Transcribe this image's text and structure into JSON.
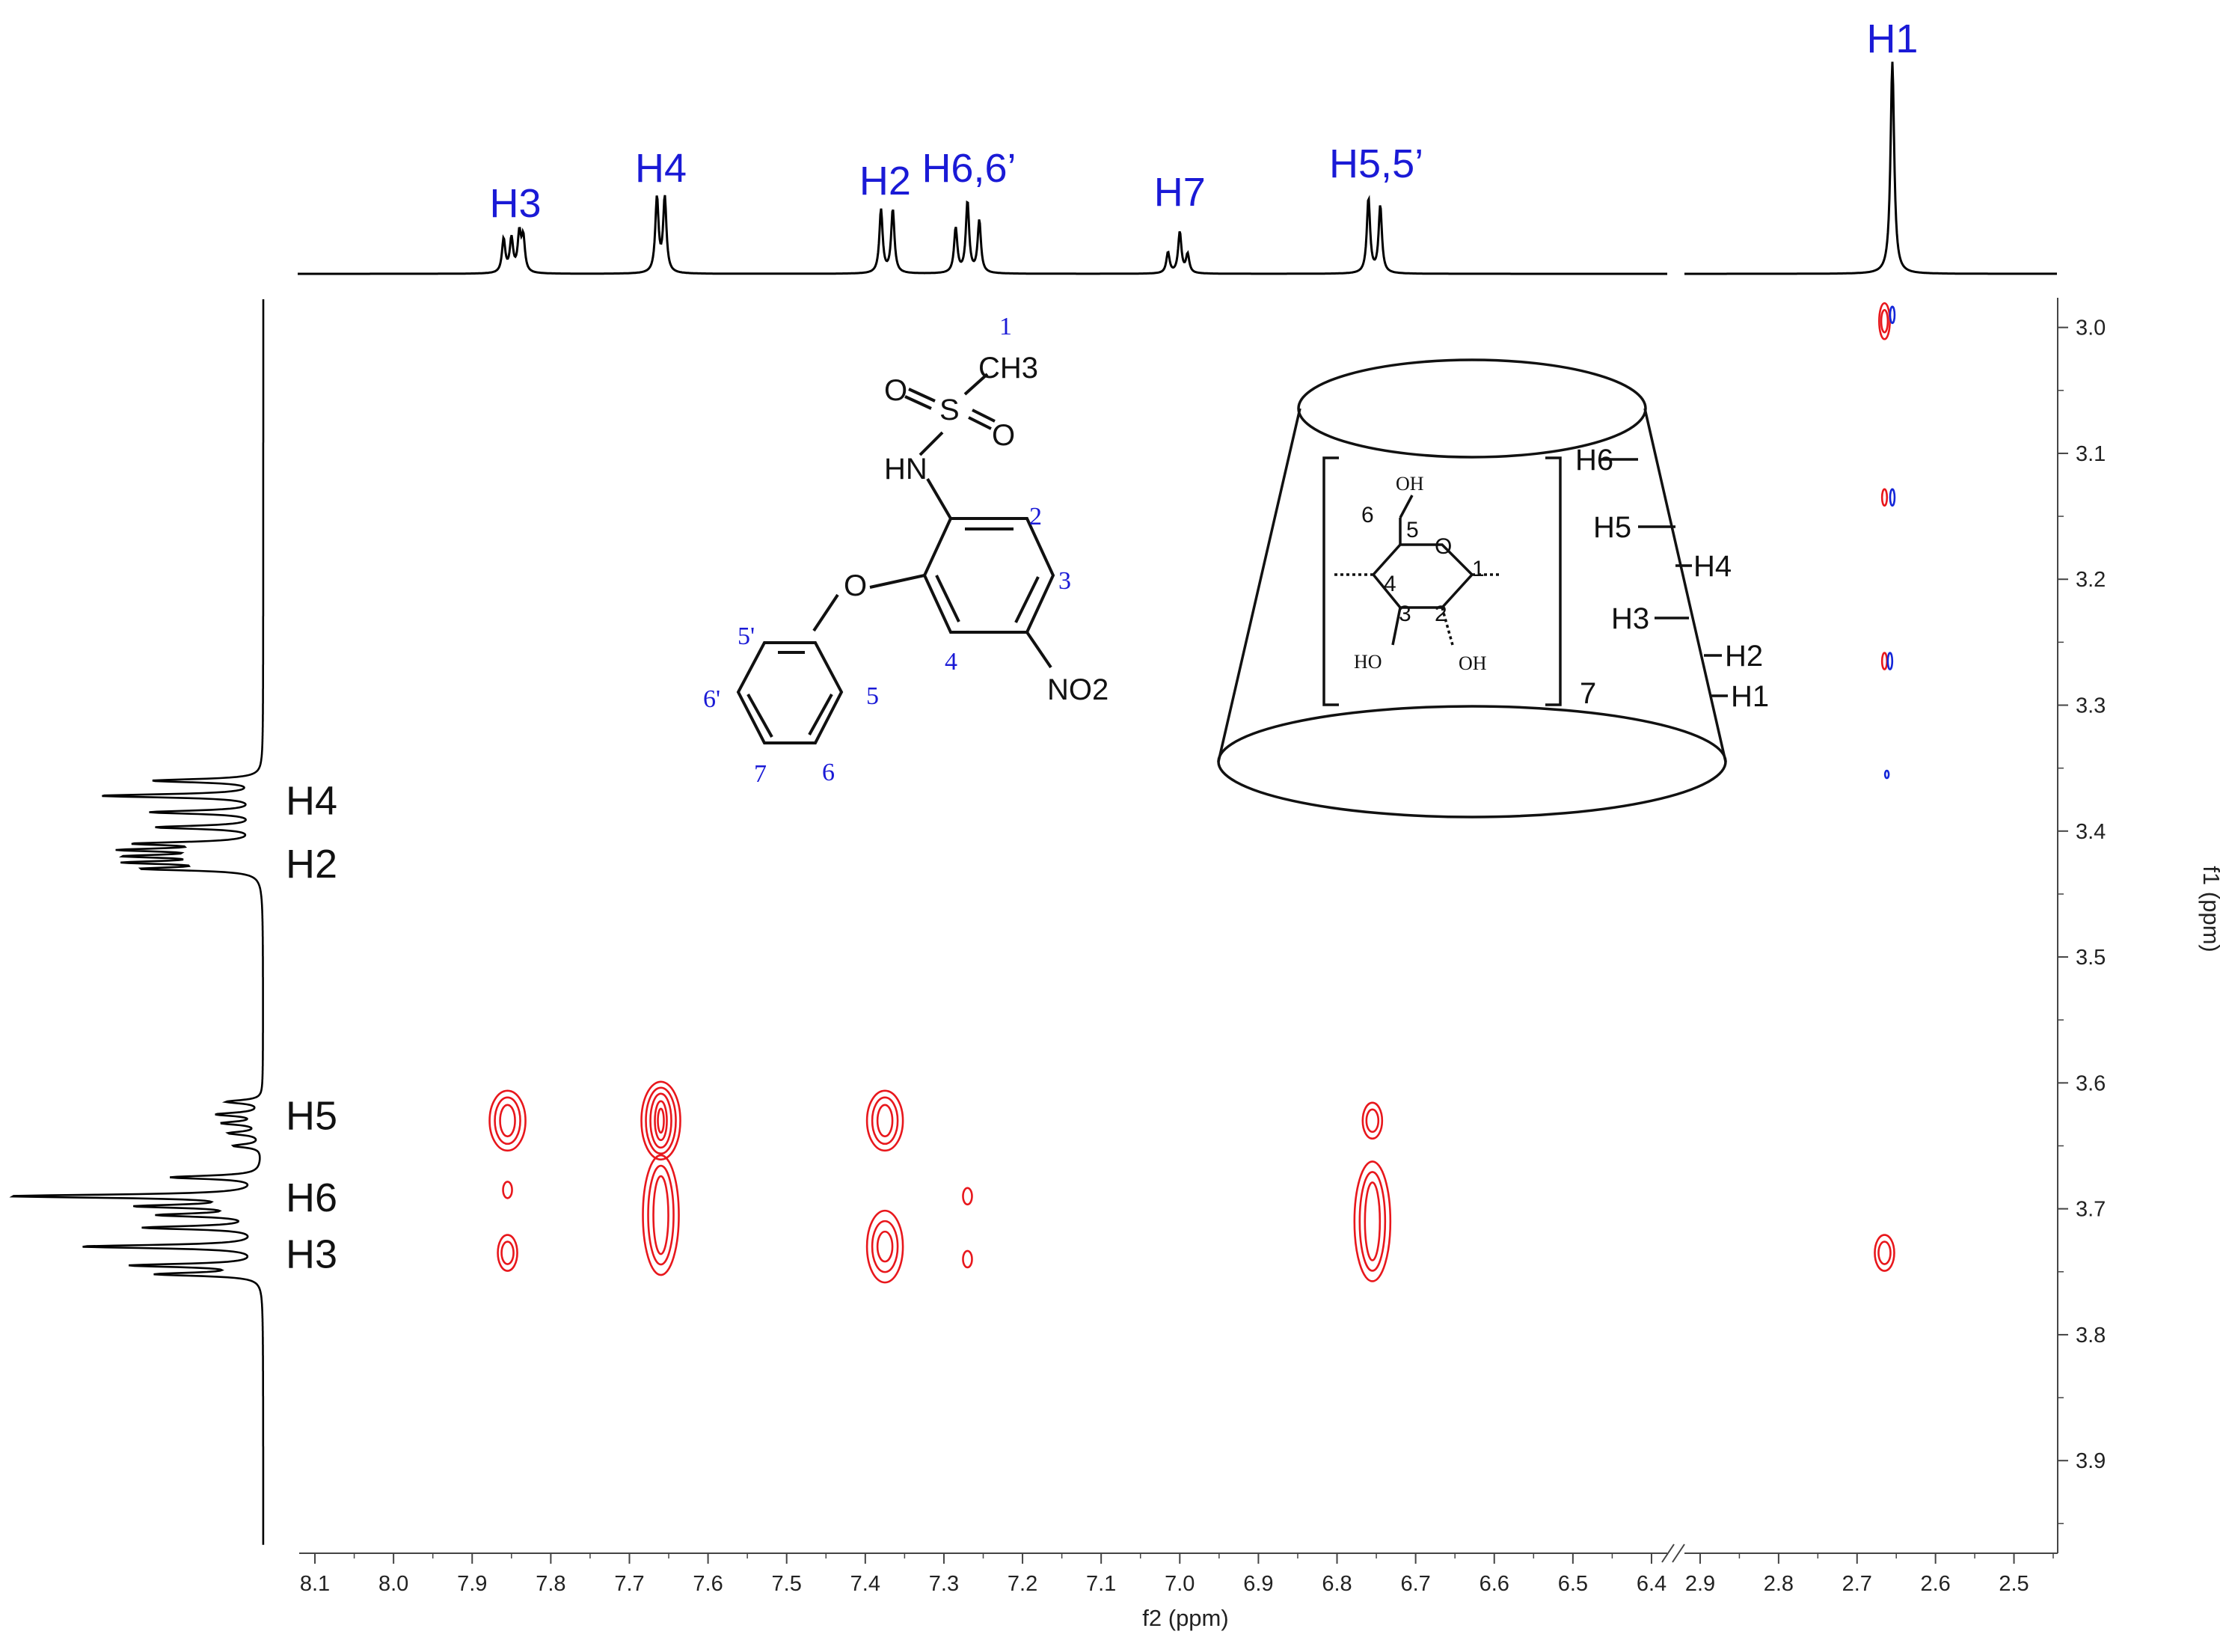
{
  "chart_data": {
    "type": "2D NMR contour (ROESY)",
    "xlabel": "f2 (ppm)",
    "ylabel": "f1 (ppm)",
    "x_segments": [
      {
        "range": [
          8.12,
          6.38
        ],
        "ticks": [
          "8.1",
          "8.0",
          "7.9",
          "7.8",
          "7.7",
          "7.6",
          "7.5",
          "7.4",
          "7.3",
          "7.2",
          "7.1",
          "7.0",
          "6.9",
          "6.8",
          "6.7",
          "6.6",
          "6.5",
          "6.4"
        ]
      },
      {
        "range": [
          2.92,
          2.45
        ],
        "ticks": [
          "2.9",
          "2.8",
          "2.7",
          "2.6",
          "2.5"
        ]
      }
    ],
    "x_break": "between 6.4 and 2.9",
    "ylim": [
      2.98,
      3.97
    ],
    "y_ticks": [
      "3.0",
      "3.1",
      "3.2",
      "3.3",
      "3.4",
      "3.5",
      "3.6",
      "3.7",
      "3.8",
      "3.9"
    ],
    "top_spectrum_peaks": [
      {
        "label": "H3",
        "ppm": 7.845
      },
      {
        "label": "H4",
        "ppm": 7.66
      },
      {
        "label": "H2",
        "ppm": 7.37
      },
      {
        "label": "H6,6’",
        "ppm": 7.27
      },
      {
        "label": "H7",
        "ppm": 7.0
      },
      {
        "label": "H5,5’",
        "ppm": 6.75
      },
      {
        "label": "H1",
        "ppm": 2.655
      }
    ],
    "side_spectrum_peaks": [
      {
        "label": "H4",
        "ppm": 3.375
      },
      {
        "label": "H2",
        "ppm": 3.425
      },
      {
        "label": "H5",
        "ppm": 3.625
      },
      {
        "label": "H6",
        "ppm": 3.69
      },
      {
        "label": "H3",
        "ppm": 3.735
      }
    ],
    "cross_peaks": [
      {
        "x": 7.855,
        "y": 3.63,
        "intensity": "strong",
        "phase": "red"
      },
      {
        "x": 7.855,
        "y": 3.685,
        "intensity": "weak",
        "phase": "red"
      },
      {
        "x": 7.855,
        "y": 3.735,
        "intensity": "medium",
        "phase": "red"
      },
      {
        "x": 7.66,
        "y": 3.63,
        "intensity": "very strong",
        "phase": "red"
      },
      {
        "x": 7.66,
        "y": 3.705,
        "intensity": "strong",
        "phase": "red"
      },
      {
        "x": 7.375,
        "y": 3.63,
        "intensity": "strong",
        "phase": "red"
      },
      {
        "x": 7.375,
        "y": 3.73,
        "intensity": "strong",
        "phase": "red"
      },
      {
        "x": 7.27,
        "y": 3.69,
        "intensity": "weak",
        "phase": "red"
      },
      {
        "x": 7.27,
        "y": 3.74,
        "intensity": "weak",
        "phase": "red"
      },
      {
        "x": 6.755,
        "y": 3.63,
        "intensity": "medium",
        "phase": "red"
      },
      {
        "x": 6.755,
        "y": 3.71,
        "intensity": "strong",
        "phase": "red"
      },
      {
        "x": 2.665,
        "y": 3.735,
        "intensity": "medium",
        "phase": "red"
      },
      {
        "x": 2.665,
        "y": 2.995,
        "intensity": "medium",
        "phase": "red"
      },
      {
        "x": 2.655,
        "y": 2.99,
        "intensity": "weak",
        "phase": "blue"
      },
      {
        "x": 2.665,
        "y": 3.135,
        "intensity": "weak",
        "phase": "red"
      },
      {
        "x": 2.655,
        "y": 3.135,
        "intensity": "weak",
        "phase": "blue"
      },
      {
        "x": 2.665,
        "y": 3.265,
        "intensity": "weak",
        "phase": "red"
      },
      {
        "x": 2.658,
        "y": 3.265,
        "intensity": "weak",
        "phase": "blue"
      },
      {
        "x": 2.662,
        "y": 3.355,
        "intensity": "very weak",
        "phase": "blue"
      }
    ],
    "colors": {
      "positive": "#e8171c",
      "negative": "#1426d8",
      "spectrum": "#000000",
      "label": "#1a1ad6"
    }
  },
  "structure": {
    "methyl": "CH3",
    "methyl_sub": "3",
    "sulfonyl_o1": "O",
    "sulfonyl_s": "S",
    "sulfonyl_o2": "O",
    "amine": "HN",
    "ether_o": "O",
    "nitro": "NO2",
    "nitro_sub": "2",
    "atom_numbers": [
      "1",
      "2",
      "3",
      "4",
      "5",
      "6",
      "7",
      "5'",
      "6'"
    ]
  },
  "cyclodextrin": {
    "labels_left": [
      "H6",
      "H5",
      "H3"
    ],
    "labels_right": [
      "H4",
      "H2",
      "H1"
    ],
    "repeat": "7",
    "ring_o": "O",
    "ring_numbers": [
      "1",
      "2",
      "3",
      "4",
      "5",
      "6"
    ],
    "oh_labels": [
      "OH",
      "HO",
      "OH"
    ]
  }
}
